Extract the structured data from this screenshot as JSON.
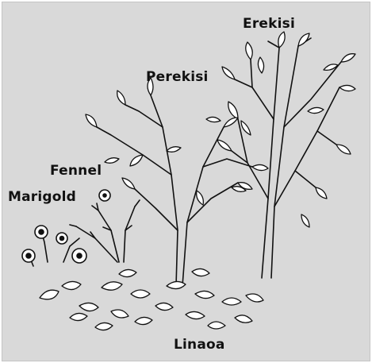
{
  "labels": {
    "erekisi": "Erekisi",
    "perekisi": "Perekisi",
    "fennel": "Fennel",
    "marigold": "Marigold",
    "linaoa": "Linaoa"
  },
  "colors": {
    "background": "#d9d9d9",
    "ink": "#111111"
  }
}
